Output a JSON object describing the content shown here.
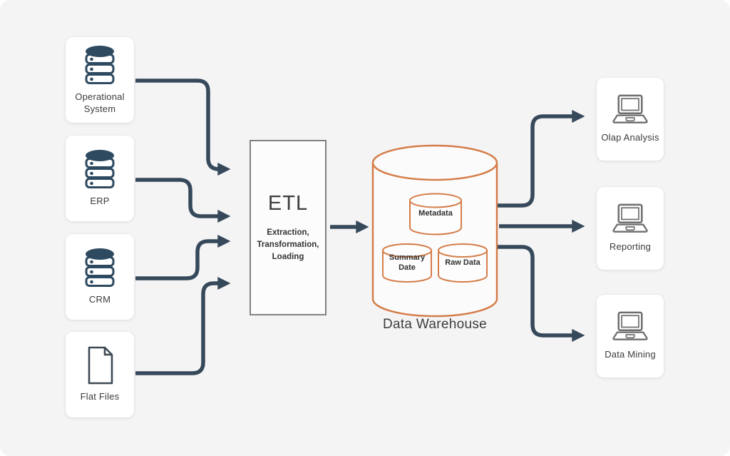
{
  "diagram_title": "Data Warehouse",
  "colors": {
    "background": "#f4f4f5",
    "arrow": "#36495a",
    "database_icon": "#2e4a60",
    "warehouse_orange": "#d57d48",
    "laptop_gray": "#6e6e6e",
    "etl_border": "#818181",
    "text": "#3b3b3b"
  },
  "sources": [
    {
      "label": "Operational System",
      "icon": "database-icon"
    },
    {
      "label": "ERP",
      "icon": "database-icon"
    },
    {
      "label": "CRM",
      "icon": "database-icon"
    },
    {
      "label": "Flat Files",
      "icon": "document-icon"
    }
  ],
  "etl": {
    "title": "ETL",
    "subtitle_lines": [
      "Extraction,",
      "Transformation,",
      "Loading"
    ]
  },
  "warehouse": {
    "label": "Data Warehouse",
    "components": [
      {
        "label": "Metadata"
      },
      {
        "label": "Summary Date"
      },
      {
        "label": "Raw Data"
      }
    ]
  },
  "outputs": [
    {
      "label": "Olap Analysis",
      "icon": "laptop-icon"
    },
    {
      "label": "Reporting",
      "icon": "laptop-icon"
    },
    {
      "label": "Data Mining",
      "icon": "laptop-icon"
    }
  ]
}
